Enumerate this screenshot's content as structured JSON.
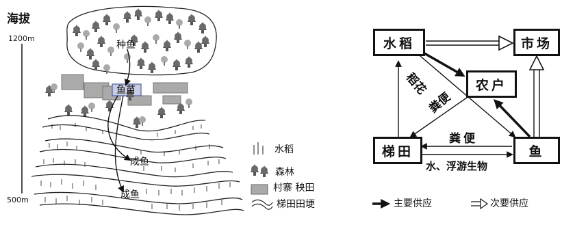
{
  "map": {
    "altitude_title": "海拔",
    "altitude_high": "1200m",
    "altitude_low": "500m",
    "labels": {
      "fry_source": "种鱼",
      "fingerling": "鱼苗",
      "adult_fish_1": "成鱼",
      "adult_fish_2": "成鱼"
    },
    "legend": {
      "rice": "水稻",
      "forest": "森林",
      "village": "村寨 秧田",
      "terrace": "梯田田埂"
    }
  },
  "flow": {
    "nodes": {
      "rice": "水稻",
      "market": "市场",
      "farmer": "农户",
      "terrace": "梯田",
      "fish": "鱼"
    },
    "edge_labels": {
      "rice_flower": "稻花",
      "manure_diag": "粪便",
      "manure_mid": "粪便",
      "water_plankton": "水、浮游生物"
    },
    "key": {
      "main": "主要供应",
      "secondary": "次要供应"
    }
  }
}
